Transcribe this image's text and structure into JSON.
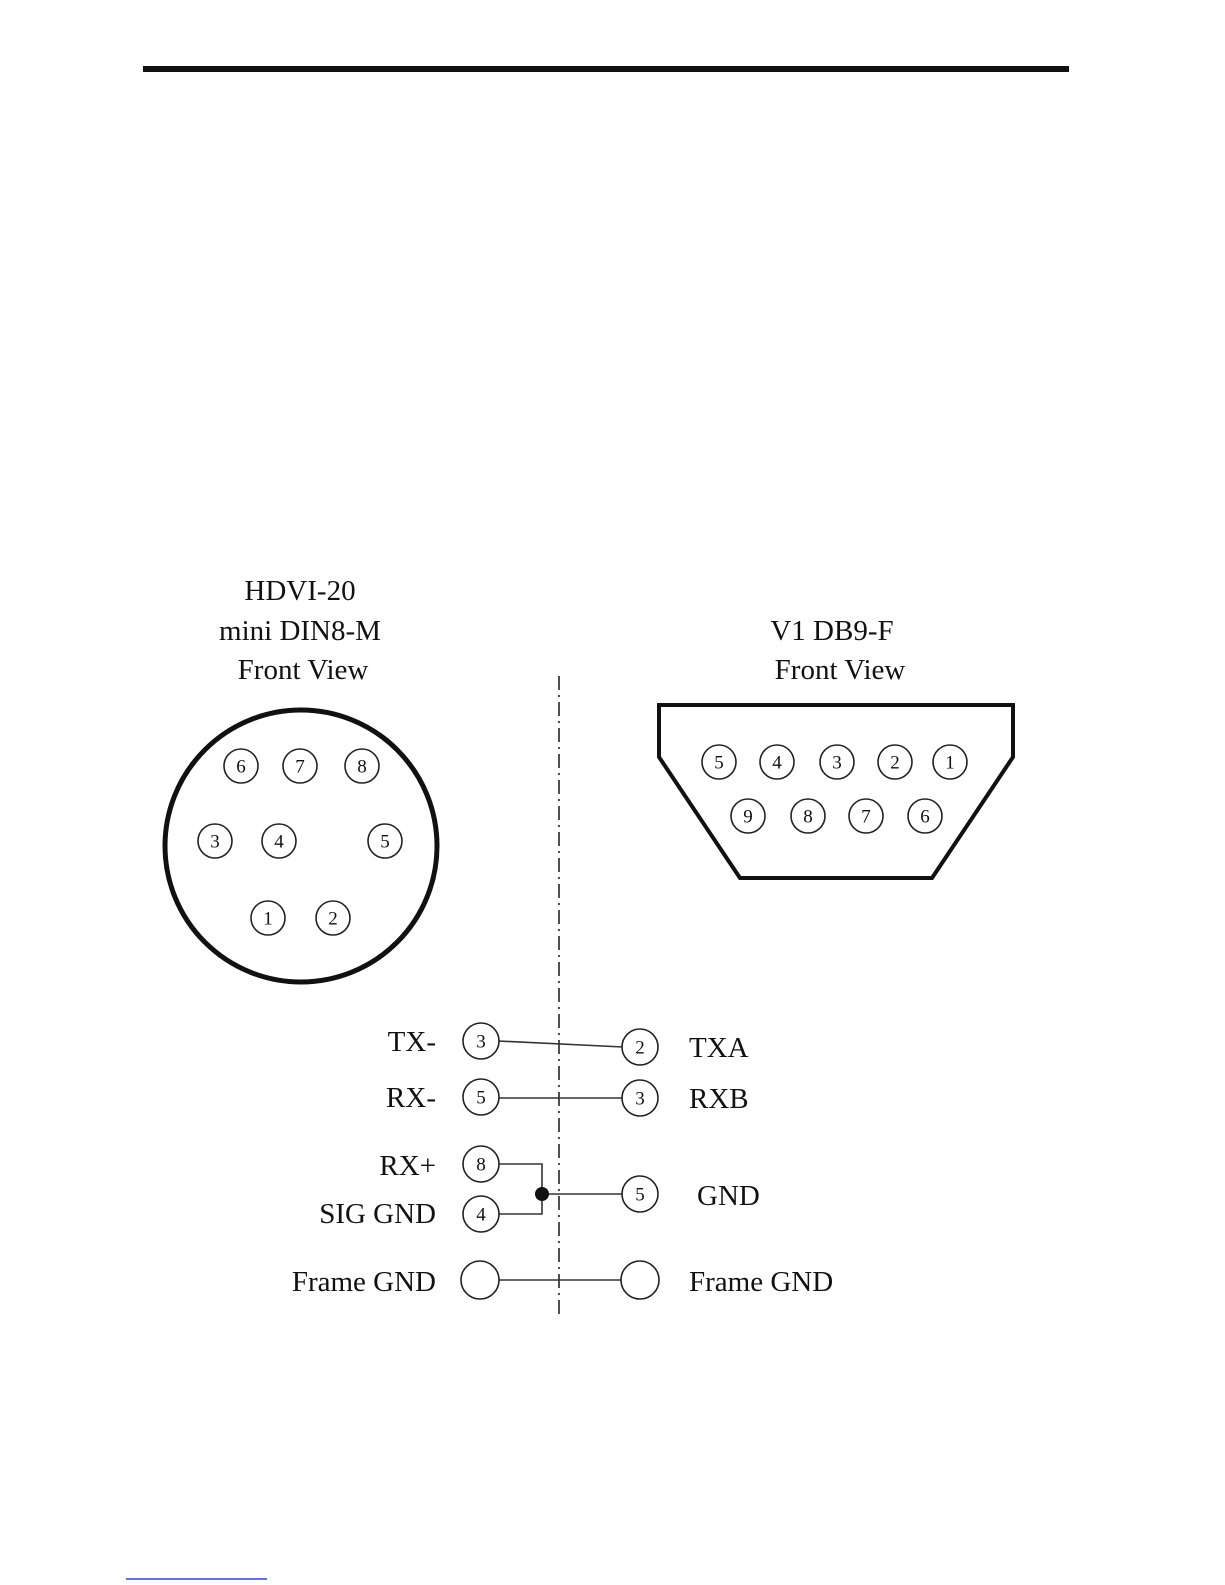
{
  "din": {
    "title_lines": [
      "HDVI-20",
      "mini DIN8-M",
      "Front View"
    ],
    "pins": [
      "6",
      "7",
      "8",
      "3",
      "4",
      "5",
      "1",
      "2"
    ]
  },
  "db9": {
    "title_lines": [
      "V1 DB9-F",
      "Front View"
    ],
    "pins": [
      "5",
      "4",
      "3",
      "2",
      "1",
      "9",
      "8",
      "7",
      "6"
    ]
  },
  "wiring": {
    "left": [
      {
        "label": "TX-",
        "pin": "3"
      },
      {
        "label": "RX-",
        "pin": "5"
      },
      {
        "label": "RX+",
        "pin": "8"
      },
      {
        "label": "SIG GND",
        "pin": "4"
      },
      {
        "label": "Frame GND",
        "pin": ""
      }
    ],
    "right": [
      {
        "label": "TXA",
        "pin": "2"
      },
      {
        "label": "RXB",
        "pin": "3"
      },
      {
        "label": "GND",
        "pin": "5"
      },
      {
        "label": "Frame GND",
        "pin": ""
      }
    ]
  },
  "colors": {
    "ink": "#111111",
    "wire": "#333333",
    "bottom_rule": "#3344cc"
  }
}
